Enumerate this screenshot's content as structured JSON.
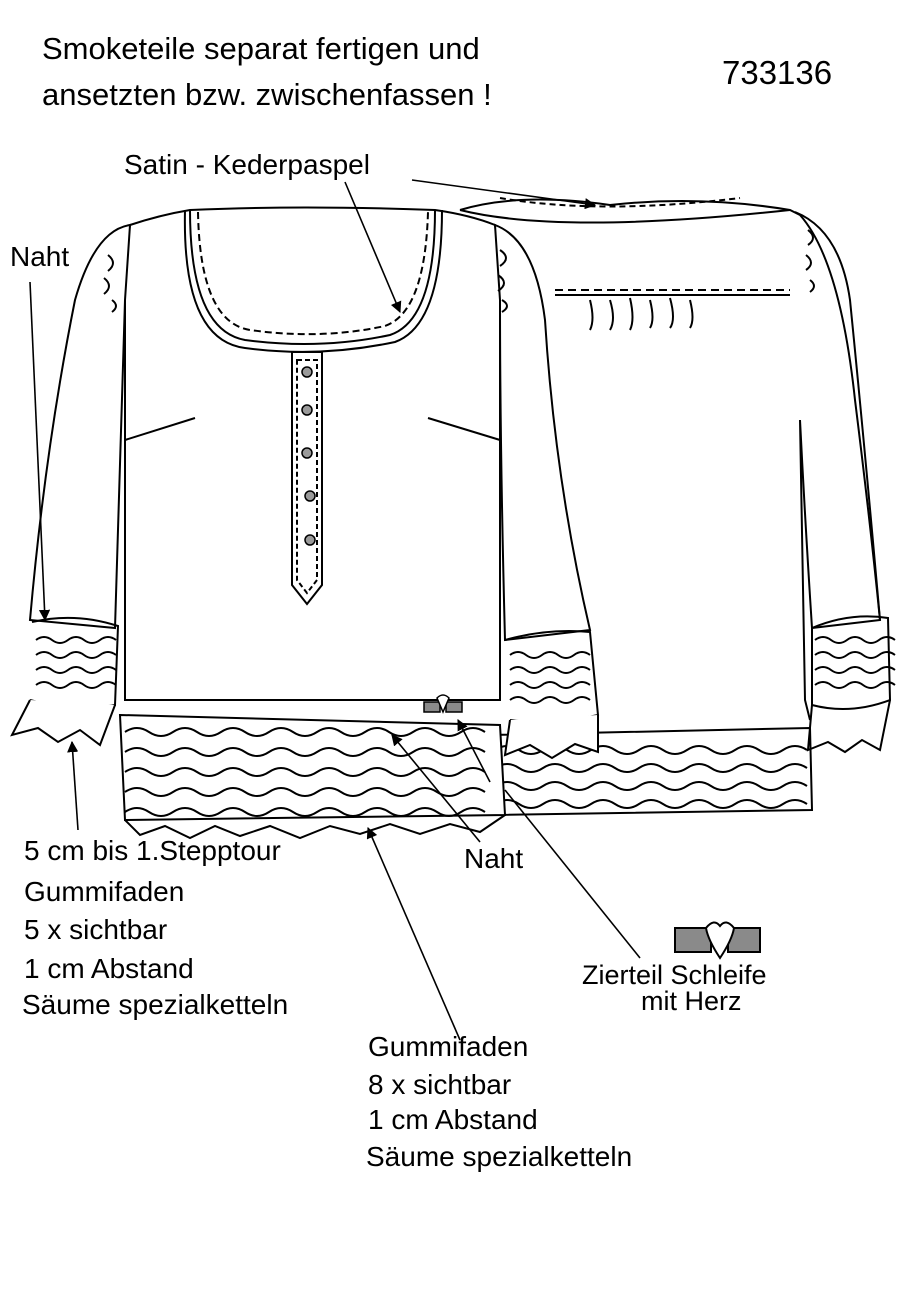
{
  "header": {
    "title_line1": "Smoketeile separat fertigen und",
    "title_line2": "ansetzten bzw. zwischenfassen !",
    "article_number": "733136"
  },
  "labels": {
    "satin": "Satin - Kederpaspel",
    "naht_left": "Naht",
    "naht_bottom": "Naht",
    "sleeve_notes": [
      "5 cm bis 1.Stepptour",
      "Gummifaden",
      "5 x sichtbar",
      "1 cm Abstand",
      "Säume spezialketteln"
    ],
    "hem_notes": [
      "Gummifaden",
      "8 x sichtbar",
      "1 cm Abstand",
      "Säume spezialketteln"
    ],
    "bow_line1": "Zierteil Schleife",
    "bow_line2": "mit Herz"
  },
  "colors": {
    "line": "#000000",
    "bow_fill": "#8a8a8a",
    "shadow": "#c8c8c8"
  }
}
